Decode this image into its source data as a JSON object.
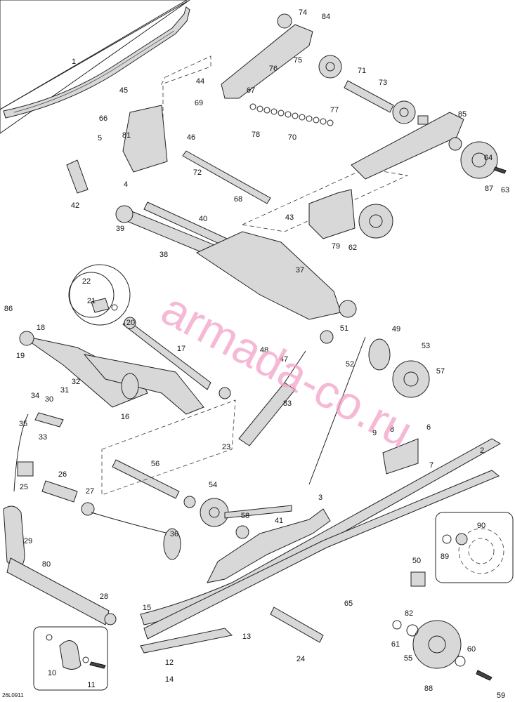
{
  "diagram_code": "26L0911",
  "watermark": "armada-co.ru",
  "callouts": [
    "1",
    "2",
    "3",
    "4",
    "5",
    "6",
    "7",
    "8",
    "9",
    "10",
    "11",
    "12",
    "13",
    "14",
    "15",
    "16",
    "17",
    "18",
    "19",
    "20",
    "21",
    "22",
    "23",
    "24",
    "25",
    "26",
    "27",
    "28",
    "29",
    "30",
    "31",
    "32",
    "33",
    "34",
    "35",
    "36",
    "37",
    "38",
    "39",
    "40",
    "41",
    "42",
    "43",
    "44",
    "45",
    "46",
    "47",
    "48",
    "49",
    "50",
    "51",
    "52",
    "53",
    "54",
    "55",
    "56",
    "57",
    "58",
    "59",
    "60",
    "61",
    "62",
    "63",
    "64",
    "65",
    "66",
    "67",
    "68",
    "69",
    "70",
    "71",
    "72",
    "73",
    "74",
    "75",
    "76",
    "77",
    "78",
    "79",
    "80",
    "81",
    "82",
    "83",
    "84",
    "85",
    "86",
    "87",
    "88",
    "89",
    "90"
  ]
}
